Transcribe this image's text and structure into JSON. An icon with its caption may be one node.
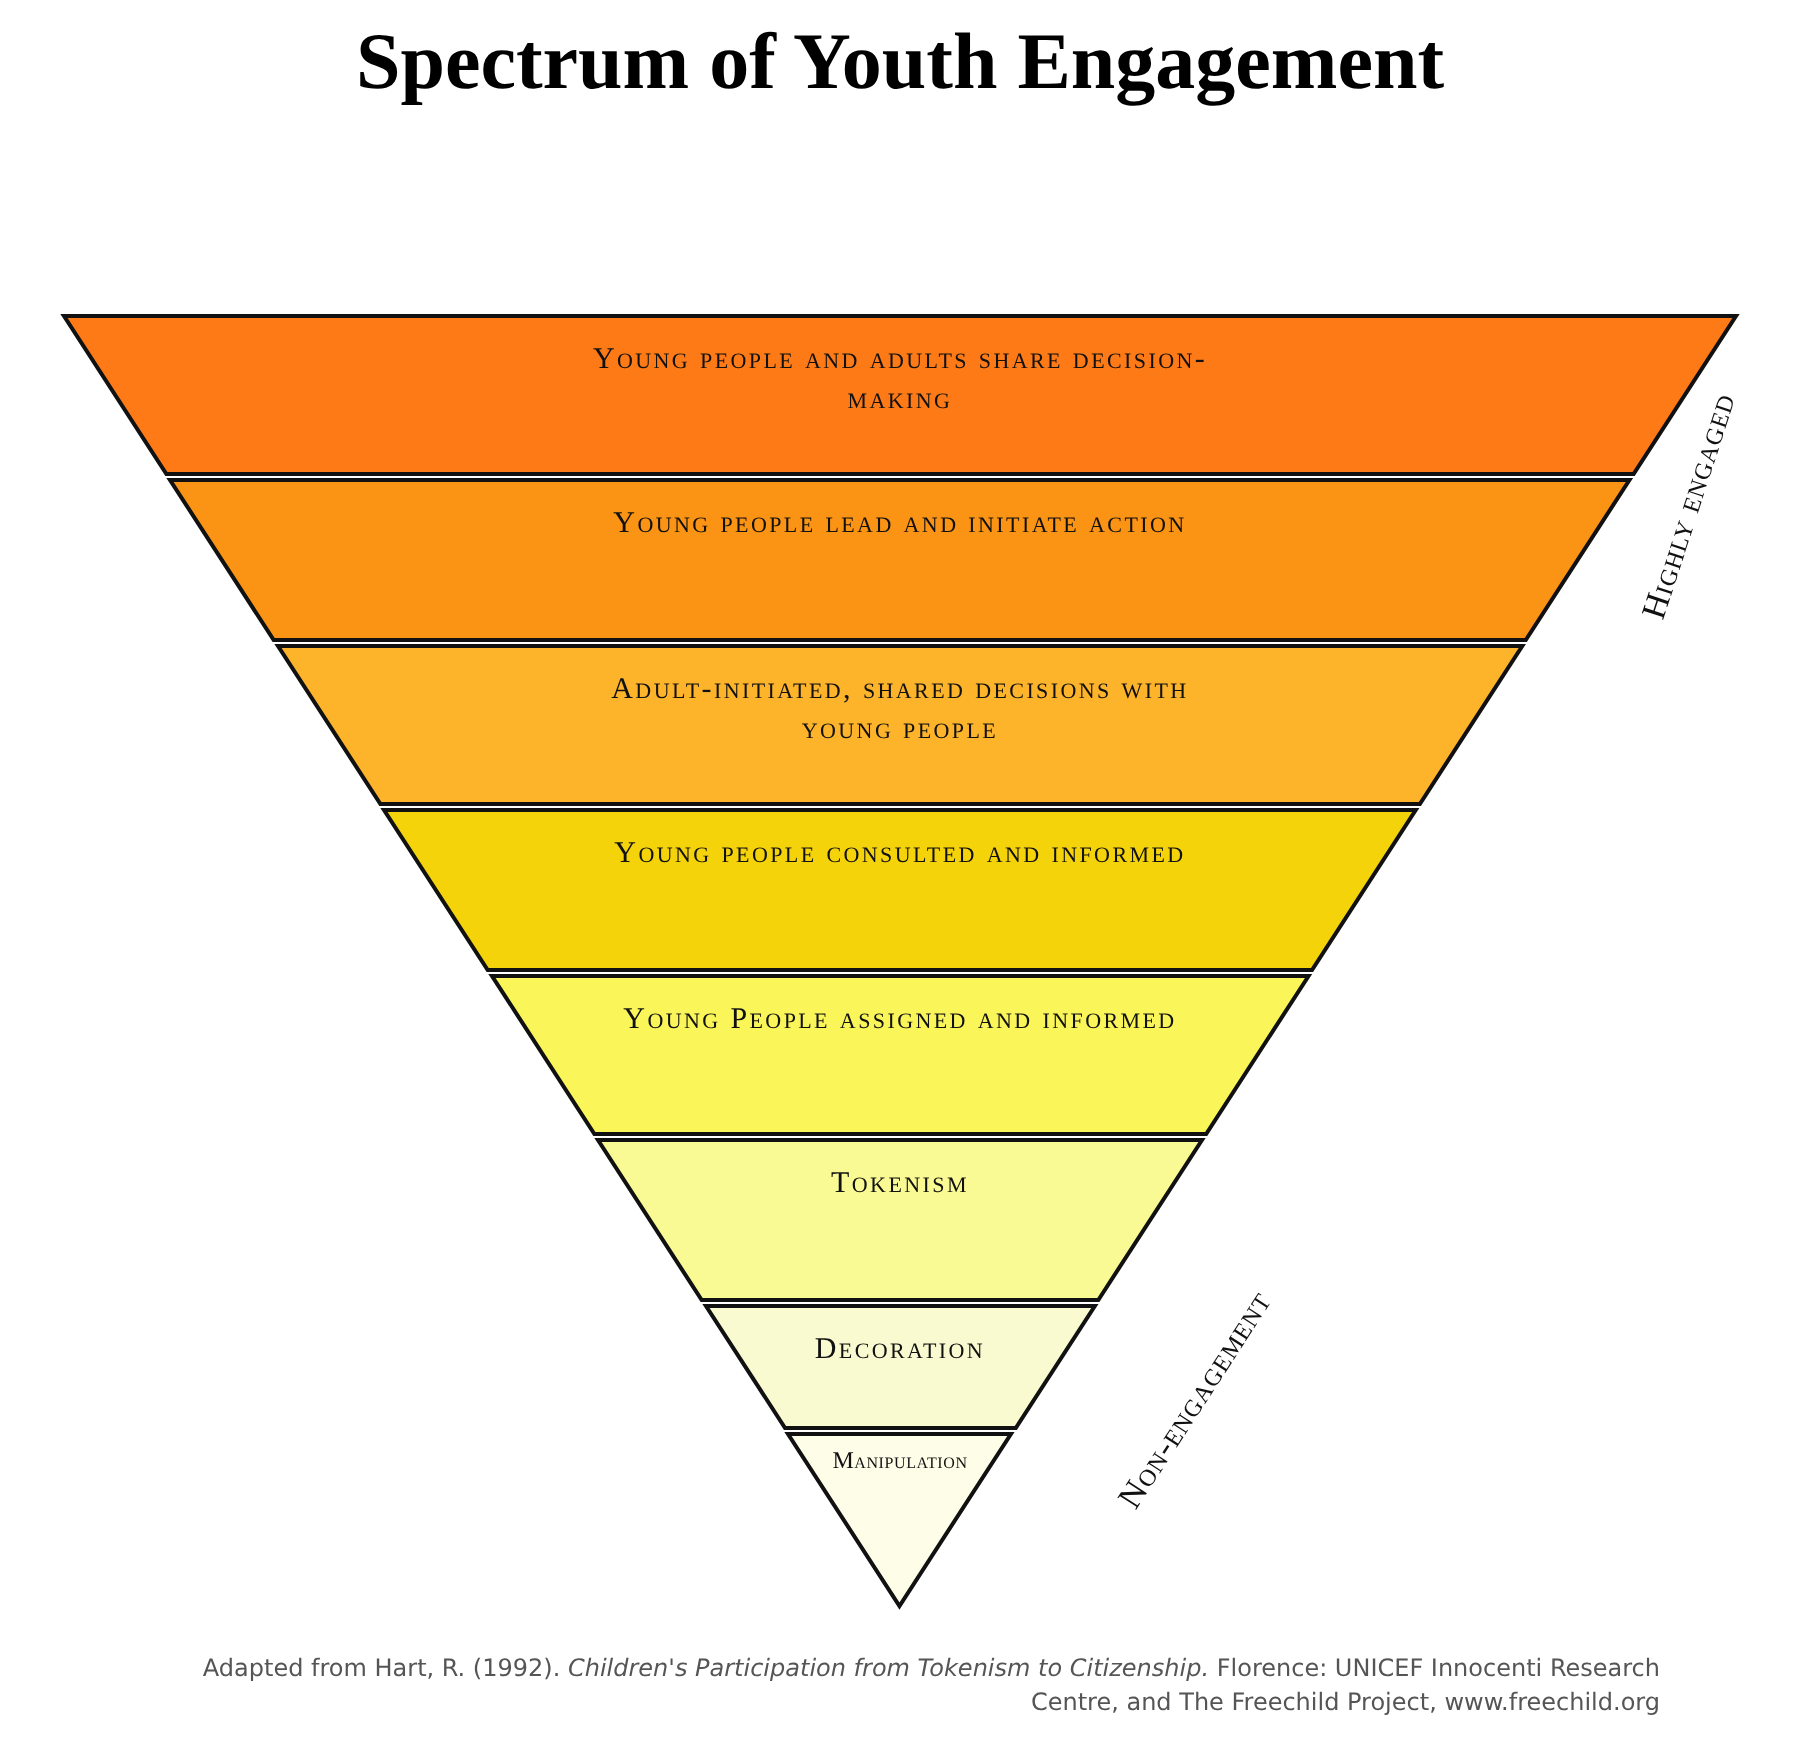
{
  "diagram": {
    "title": "Spectrum of Youth Engagement",
    "caption": "Adapted from Hart, R. (1992). *Children's Participation from Tokenism to Citizenship.* Florence: UNICEF Innocenti Research Centre, and The Freechild Project, www.freechild.org",
    "nodes": [
      {
        "text": [
          "Young people and adults share decision-making"
        ]
      },
      {
        "text": [
          "Young people lead and initiate action"
        ]
      },
      {
        "text": [
          "Adult-initiated, shared decisions with young people"
        ]
      },
      {
        "text": [
          "Young people consulted and informed"
        ]
      },
      {
        "text": [
          "Young People assigned and informed"
        ]
      },
      {
        "text": [
          "Tokenism"
        ]
      },
      {
        "text": [
          "Decoration"
        ]
      },
      {
        "text": [
          "Manipulation"
        ]
      }
    ],
    "labels": [
      "Highly engaged",
      "Non-engagement"
    ]
  }
}
